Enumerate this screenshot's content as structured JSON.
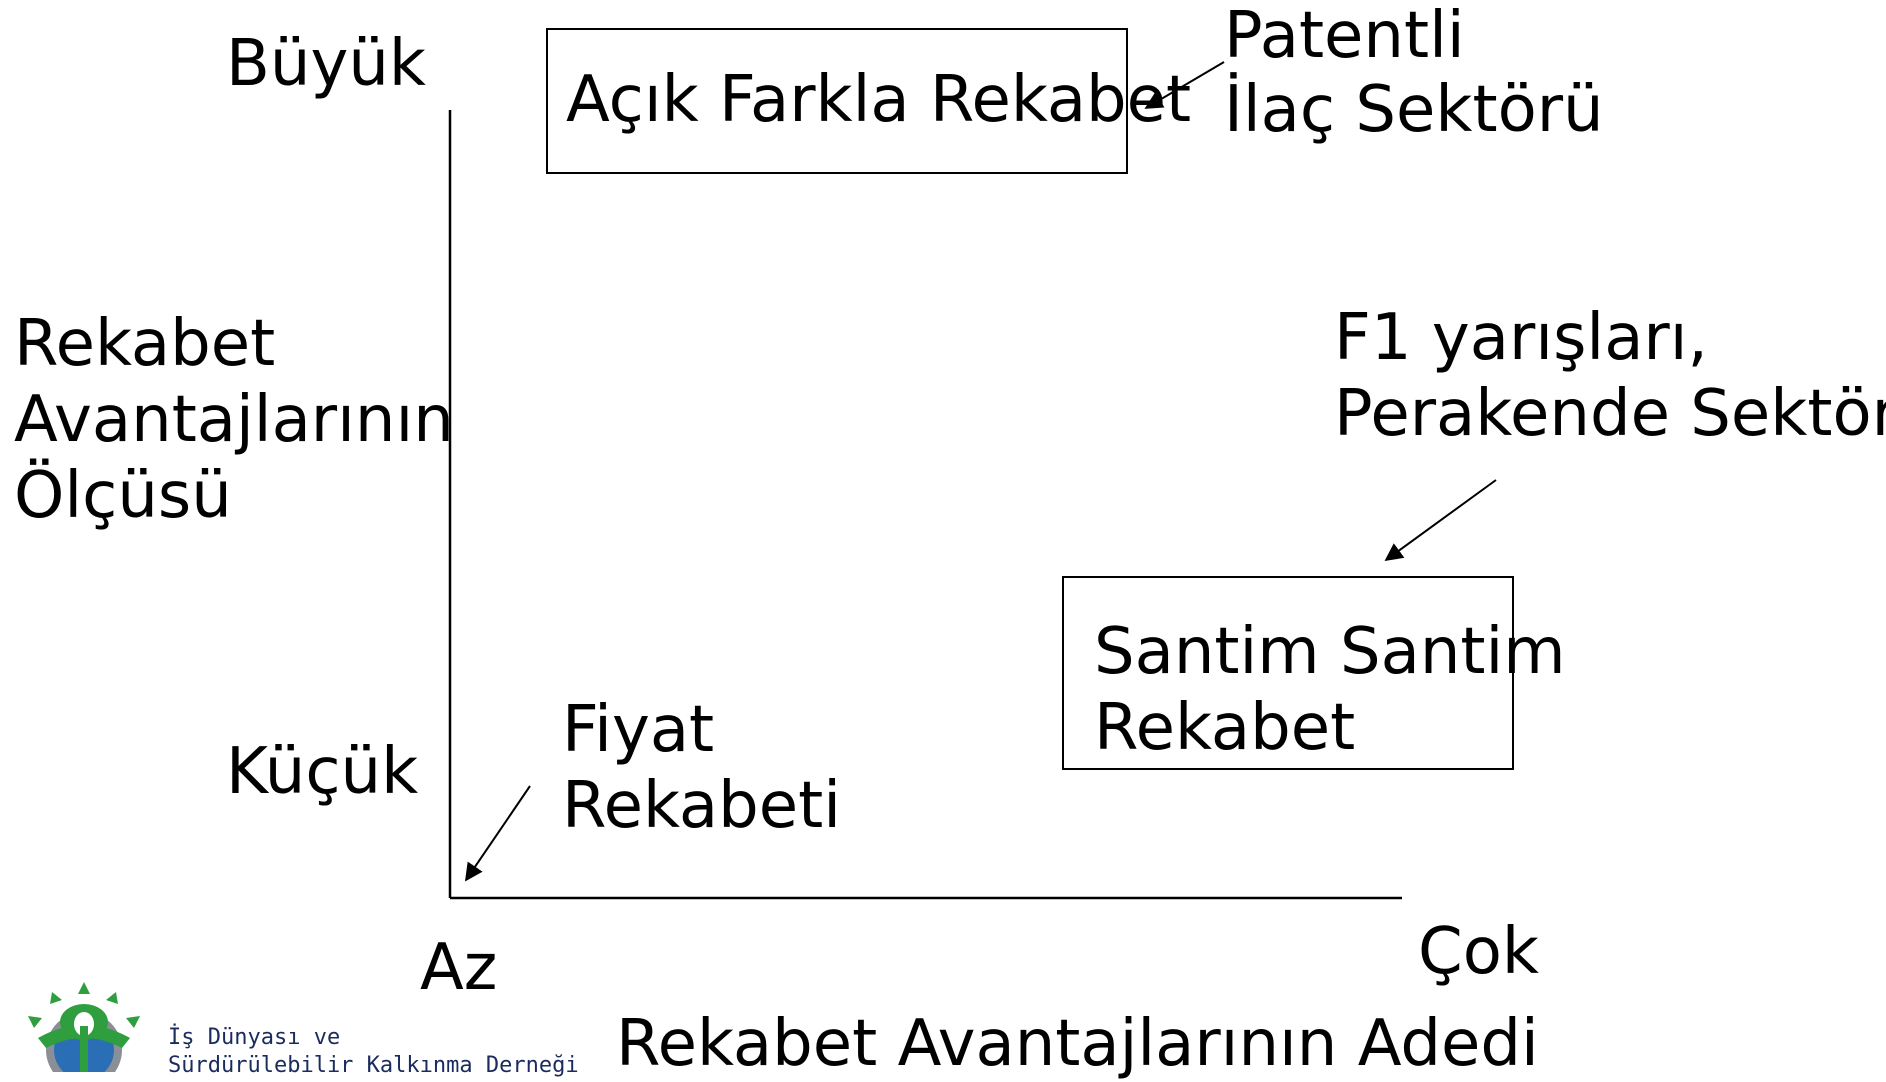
{
  "y_axis": {
    "high_label": "Büyük",
    "low_label": "Küçük",
    "title_lines": [
      "Rekabet",
      "Avantajlarının",
      "Ölçüsü"
    ]
  },
  "x_axis": {
    "low_label": "Az",
    "high_label": "Çok",
    "title": "Rekabet Avantajlarının Adedi"
  },
  "boxes": {
    "open_competition": "Açık Farkla Rekabet",
    "close_competition_lines": [
      "Santim Santim",
      "Rekabet"
    ]
  },
  "annotations": {
    "pharma_lines": [
      "Patentli",
      "İlaç Sektörü"
    ],
    "f1_lines": [
      "F1 yarışları,",
      "Perakende Sektörü"
    ],
    "price_lines": [
      "Fiyat",
      "Rekabeti"
    ]
  },
  "logo": {
    "text_lines": [
      "İş Dünyası ve",
      "Sürdürülebilir Kalkınma Derneği"
    ],
    "colors": {
      "green": "#2e9e3e",
      "blue": "#2a6fb5",
      "gray": "#8a8f96"
    }
  }
}
